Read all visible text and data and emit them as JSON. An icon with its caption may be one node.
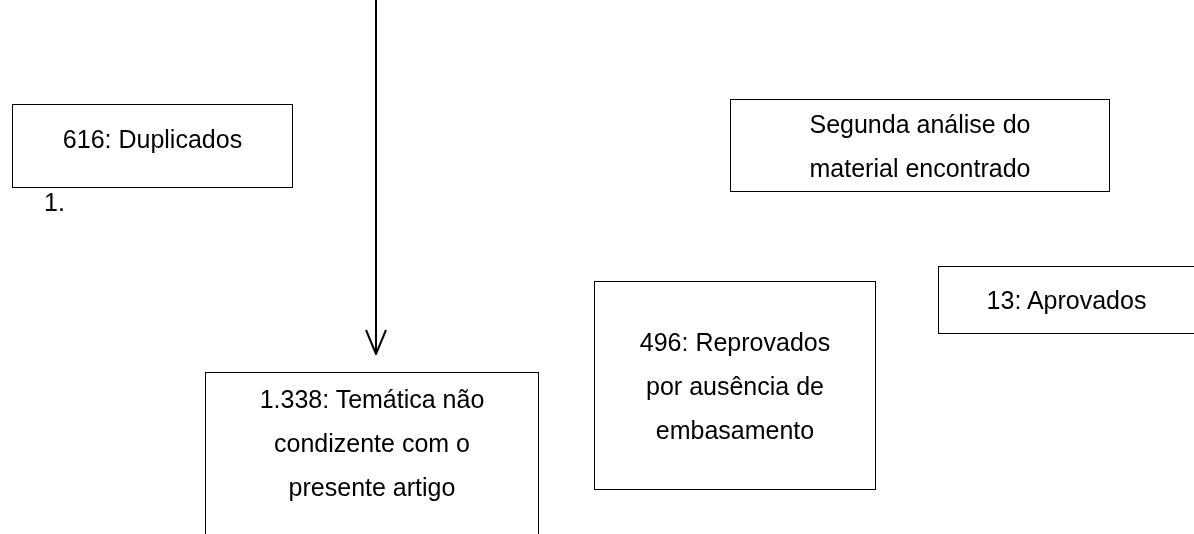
{
  "diagram": {
    "nodes": [
      {
        "text": [
          "616: Duplicados"
        ]
      },
      {
        "text": [
          "Segunda análise do material encontrado"
        ]
      },
      {
        "text": [
          "13: Aprovados"
        ]
      },
      {
        "text": [
          "496: Reprovados por ausência de embasamento"
        ]
      },
      {
        "text": [
          "1.338: Temática não condizente com o presente artigo"
        ]
      }
    ],
    "edges": [
      {
        "from": null,
        "to": 4,
        "arrow": "to"
      }
    ],
    "labels": [
      "1."
    ]
  }
}
